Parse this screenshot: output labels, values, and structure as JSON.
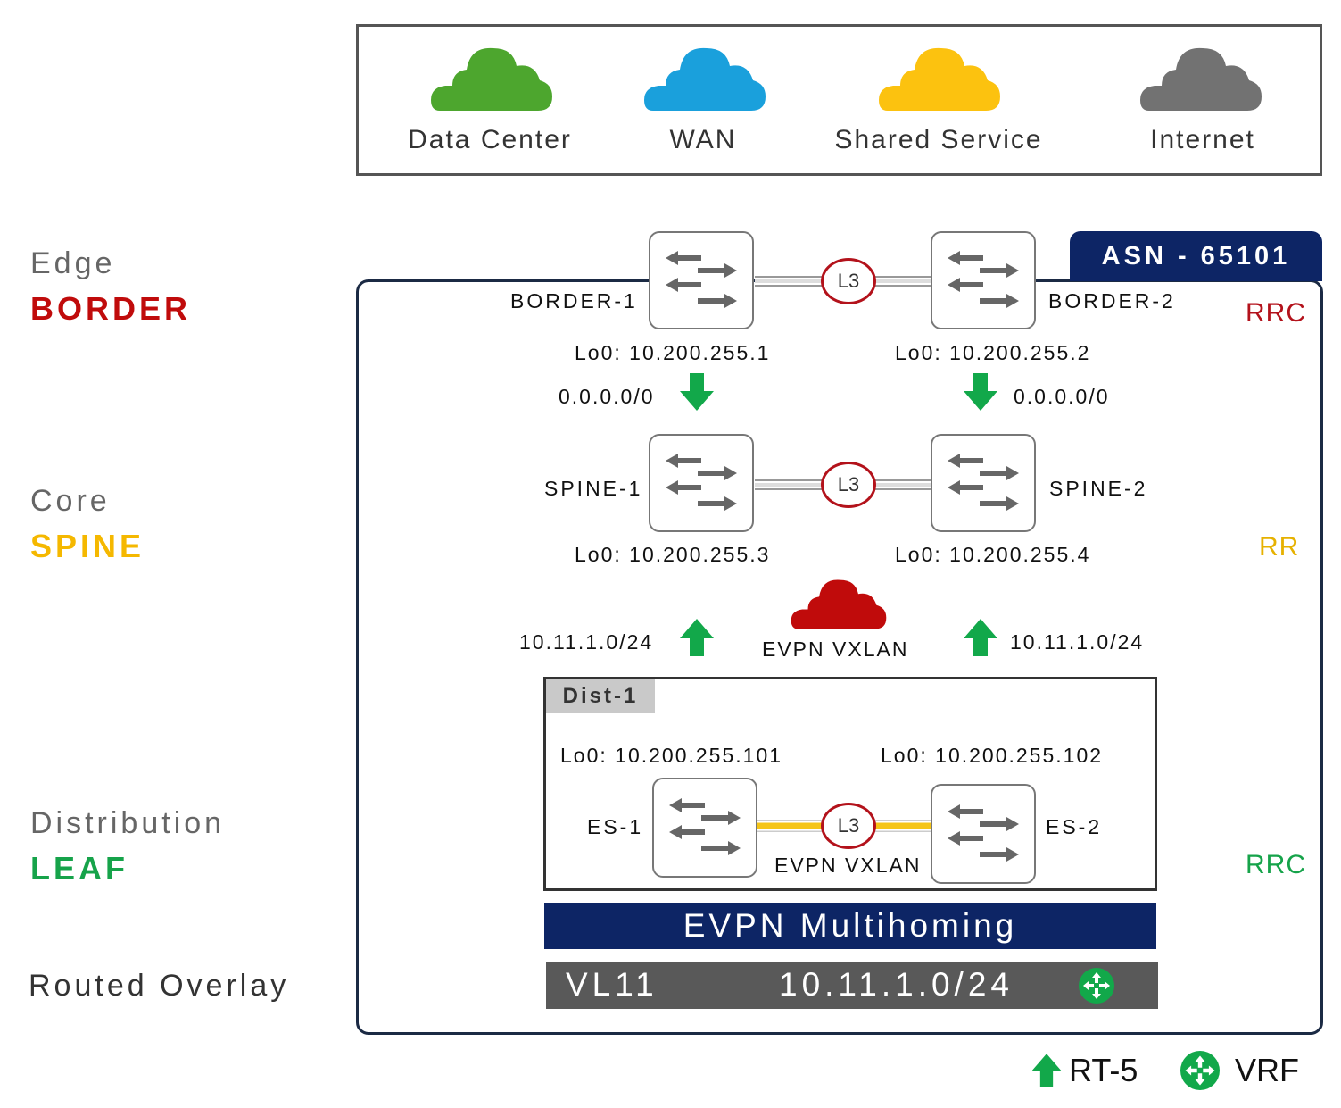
{
  "clouds": [
    {
      "label": "Data Center",
      "icon": "green-cloud-icon",
      "color": "#4da62e"
    },
    {
      "label": "WAN",
      "icon": "blue-cloud-icon",
      "color": "#1aa0dc"
    },
    {
      "label": "Shared Service",
      "icon": "yellow-cloud-icon",
      "color": "#fcc20f"
    },
    {
      "label": "Internet",
      "icon": "gray-cloud-icon",
      "color": "#727272"
    }
  ],
  "tiers": {
    "edge": {
      "title": "Edge",
      "name": "BORDER",
      "color": "#c00b0b",
      "role": "RRC",
      "role_color": "#b3121b"
    },
    "core": {
      "title": "Core",
      "name": "SPINE",
      "color": "#f5b800",
      "role": "RR",
      "role_color": "#e6b100"
    },
    "distribution": {
      "title": "Distribution",
      "name": "LEAF",
      "color": "#16a34a",
      "role": "RRC",
      "role_color": "#16a34a"
    },
    "overlay": {
      "title": "Routed Overlay"
    }
  },
  "asn": "ASN - 65101",
  "nodes": {
    "border1": {
      "name": "BORDER-1",
      "lo0": "Lo0: 10.200.255.1"
    },
    "border2": {
      "name": "BORDER-2",
      "lo0": "Lo0: 10.200.255.2"
    },
    "spine1": {
      "name": "SPINE-1",
      "lo0": "Lo0: 10.200.255.3"
    },
    "spine2": {
      "name": "SPINE-2",
      "lo0": "Lo0: 10.200.255.4"
    },
    "es1": {
      "name": "ES-1",
      "lo0": "Lo0: 10.200.255.101"
    },
    "es2": {
      "name": "ES-2",
      "lo0": "Lo0: 10.200.255.102"
    }
  },
  "links": {
    "l3": "L3",
    "evpn_vxlan": "EVPN VXLAN"
  },
  "routes": {
    "default_left": "0.0.0.0/0",
    "default_right": "0.0.0.0/0",
    "rt5_left": "10.11.1.0/24",
    "rt5_right": "10.11.1.0/24"
  },
  "overlay_cloud": {
    "label": "EVPN VXLAN",
    "icon": "red-cloud-icon",
    "color": "#c00b0b"
  },
  "dist": {
    "label": "Dist-1"
  },
  "multihoming": "EVPN Multihoming",
  "vlan": {
    "name": "VL11",
    "subnet": "10.11.1.0/24"
  },
  "legend": {
    "rt5": "RT-5",
    "vrf": "VRF"
  },
  "colors": {
    "arrow_green": "#12a84a",
    "navy": "#0d2565"
  }
}
